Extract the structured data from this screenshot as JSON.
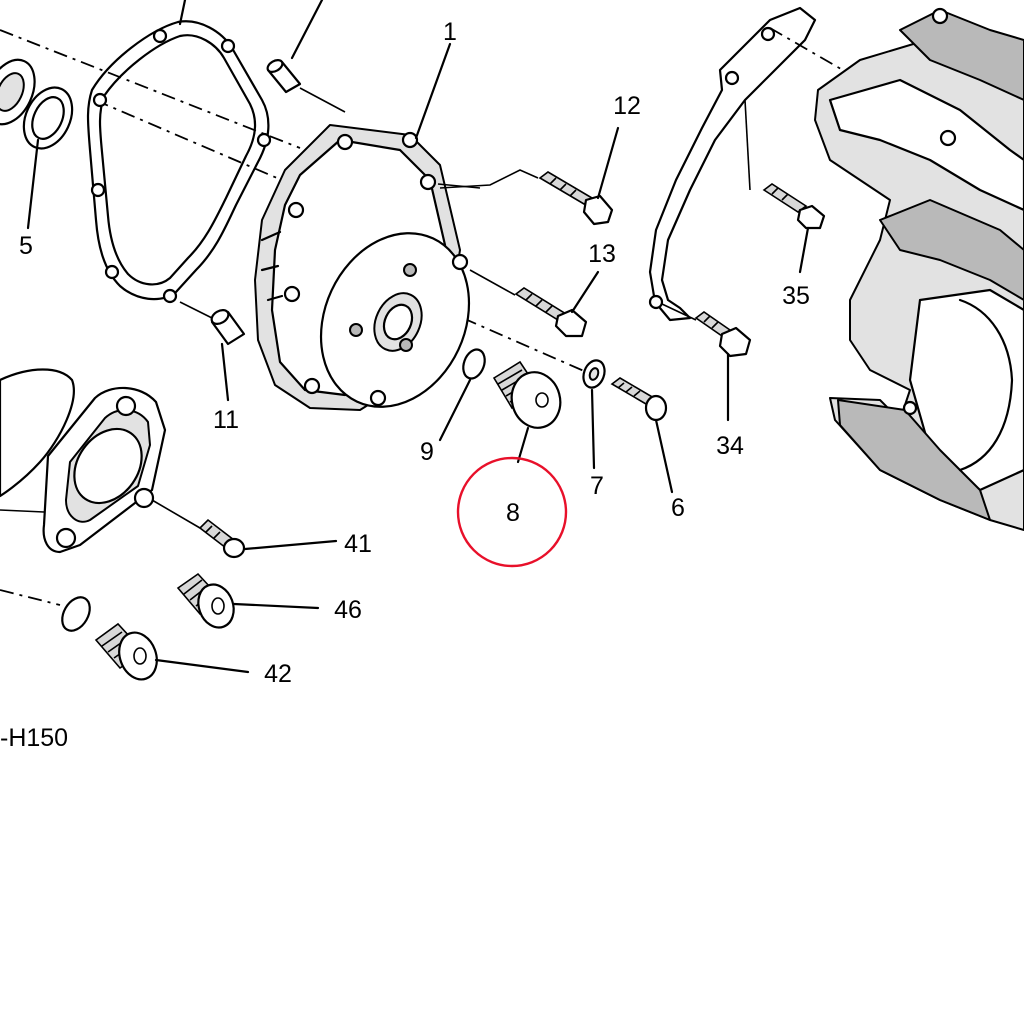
{
  "diagram": {
    "code": "-H150",
    "highlight_color": "#e8102a",
    "callouts": [
      "1",
      "5",
      "6",
      "7",
      "8",
      "9",
      "11",
      "12",
      "13",
      "34",
      "35",
      "41",
      "42",
      "46"
    ]
  }
}
